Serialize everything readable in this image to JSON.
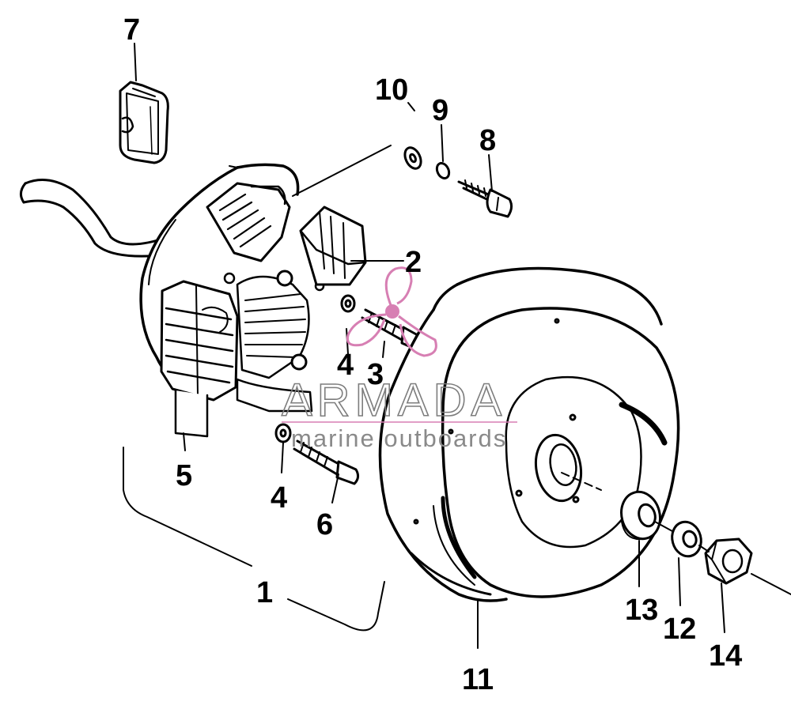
{
  "diagram": {
    "callouts": {
      "c1": "1",
      "c2": "2",
      "c3": "3",
      "c4a": "4",
      "c4b": "4",
      "c5": "5",
      "c6": "6",
      "c7": "7",
      "c8": "8",
      "c9": "9",
      "c10": "10",
      "c11": "11",
      "c12": "12",
      "c13": "13",
      "c14": "14"
    }
  },
  "watermark": {
    "brand": "ARMADA",
    "tagline": "marine outboards",
    "accent_color": "#d77fb3",
    "text_color": "#7d7d7d"
  },
  "colors": {
    "ink": "#000000",
    "paper": "#ffffff"
  }
}
